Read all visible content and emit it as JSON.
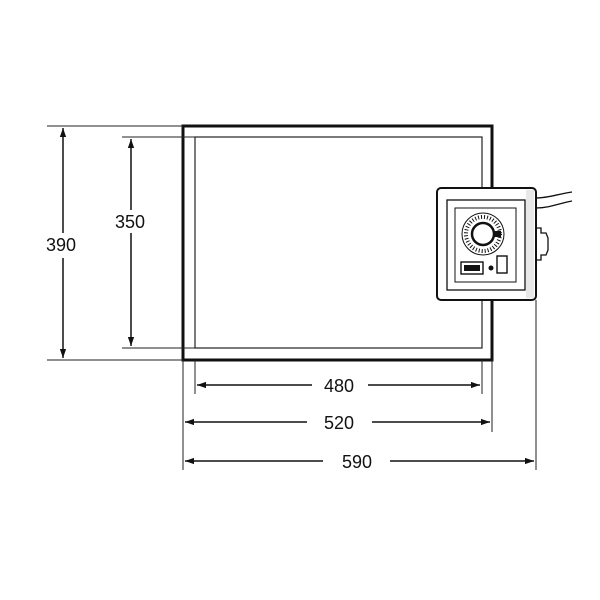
{
  "dimensions": {
    "outer_height": "390",
    "inner_height": "350",
    "inner_width": "480",
    "frame_width": "520",
    "overall_width": "590"
  }
}
